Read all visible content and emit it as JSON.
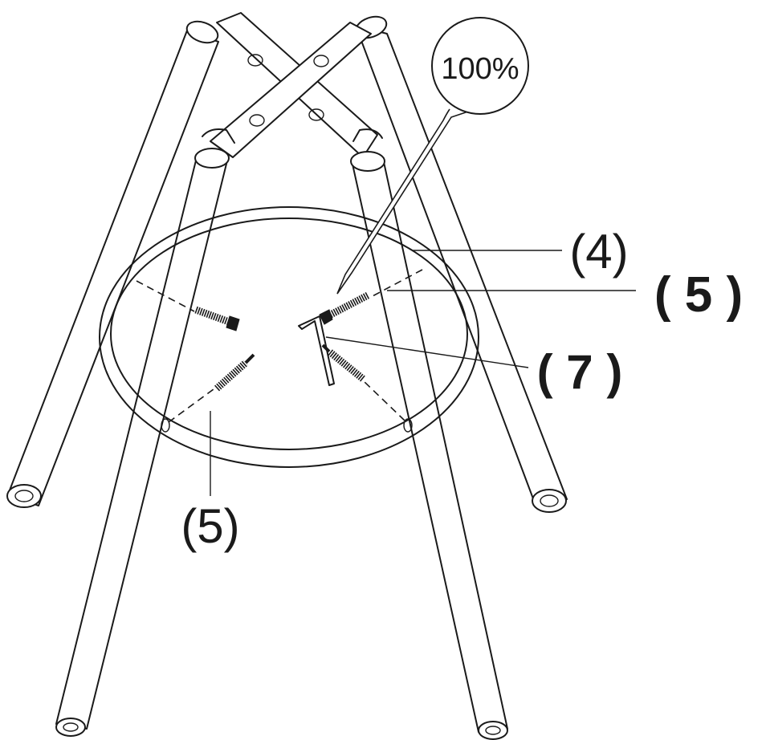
{
  "labels": {
    "torque": "100%",
    "ring": "(4)",
    "screw_right": "( 5 )",
    "hex_key": "( 7 )",
    "screw_bottom": "(5)"
  }
}
